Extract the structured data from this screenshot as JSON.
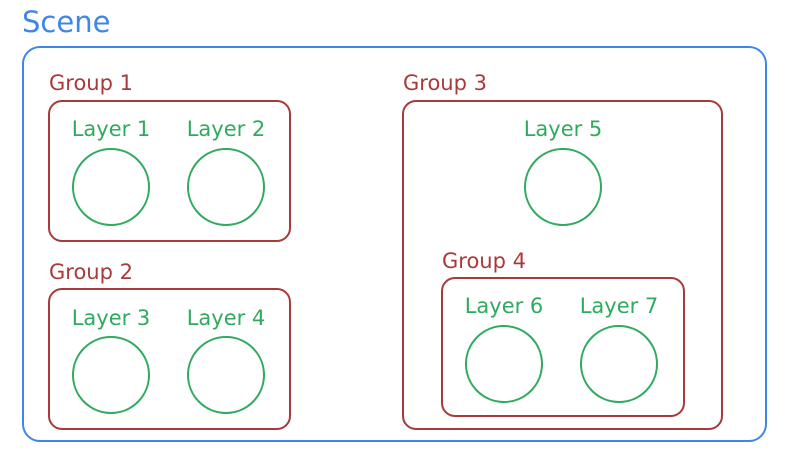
{
  "scene": {
    "label": "Scene"
  },
  "groups": {
    "g1": {
      "label": "Group 1"
    },
    "g2": {
      "label": "Group 2"
    },
    "g3": {
      "label": "Group 3"
    },
    "g4": {
      "label": "Group 4"
    }
  },
  "layers": {
    "l1": {
      "label": "Layer 1"
    },
    "l2": {
      "label": "Layer 2"
    },
    "l3": {
      "label": "Layer 3"
    },
    "l4": {
      "label": "Layer 4"
    },
    "l5": {
      "label": "Layer 5"
    },
    "l6": {
      "label": "Layer 6"
    },
    "l7": {
      "label": "Layer 7"
    }
  },
  "colors": {
    "scene": "#3f86e8",
    "group": "#a93a3a",
    "layer": "#2faa5f"
  }
}
